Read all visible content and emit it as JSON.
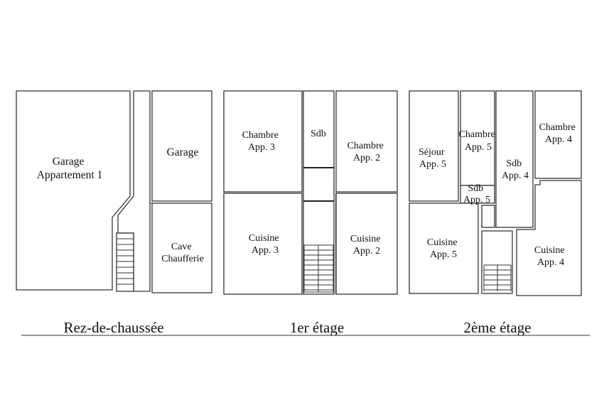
{
  "floors": [
    {
      "label": "Rez-de-chaussée"
    },
    {
      "label": "1er étage"
    },
    {
      "label": "2ème étage"
    }
  ],
  "rooms": {
    "rdc_garage_app1": [
      "Garage",
      "Appartement 1"
    ],
    "rdc_garage": [
      "Garage"
    ],
    "rdc_cave": [
      "Cave",
      "Chaufferie"
    ],
    "e1_chambre3": [
      "Chambre",
      "App. 3"
    ],
    "e1_sdb": [
      "Sdb"
    ],
    "e1_chambre2": [
      "Chambre",
      "App. 2"
    ],
    "e1_cuisine3": [
      "Cuisine",
      "App. 3"
    ],
    "e1_cuisine2": [
      "Cuisine",
      "App. 2"
    ],
    "e2_sejour5": [
      "Séjour",
      "App. 5"
    ],
    "e2_chambre5": [
      "Chambre",
      "App. 5"
    ],
    "e2_sdb5": [
      "Sdb",
      "App. 5"
    ],
    "e2_sdb4": [
      "Sdb",
      "App. 4"
    ],
    "e2_chambre4": [
      "Chambre",
      "App. 4"
    ],
    "e2_cuisine5": [
      "Cuisine",
      "App. 5"
    ],
    "e2_cuisine4": [
      "Cuisine",
      "App. 4"
    ]
  }
}
